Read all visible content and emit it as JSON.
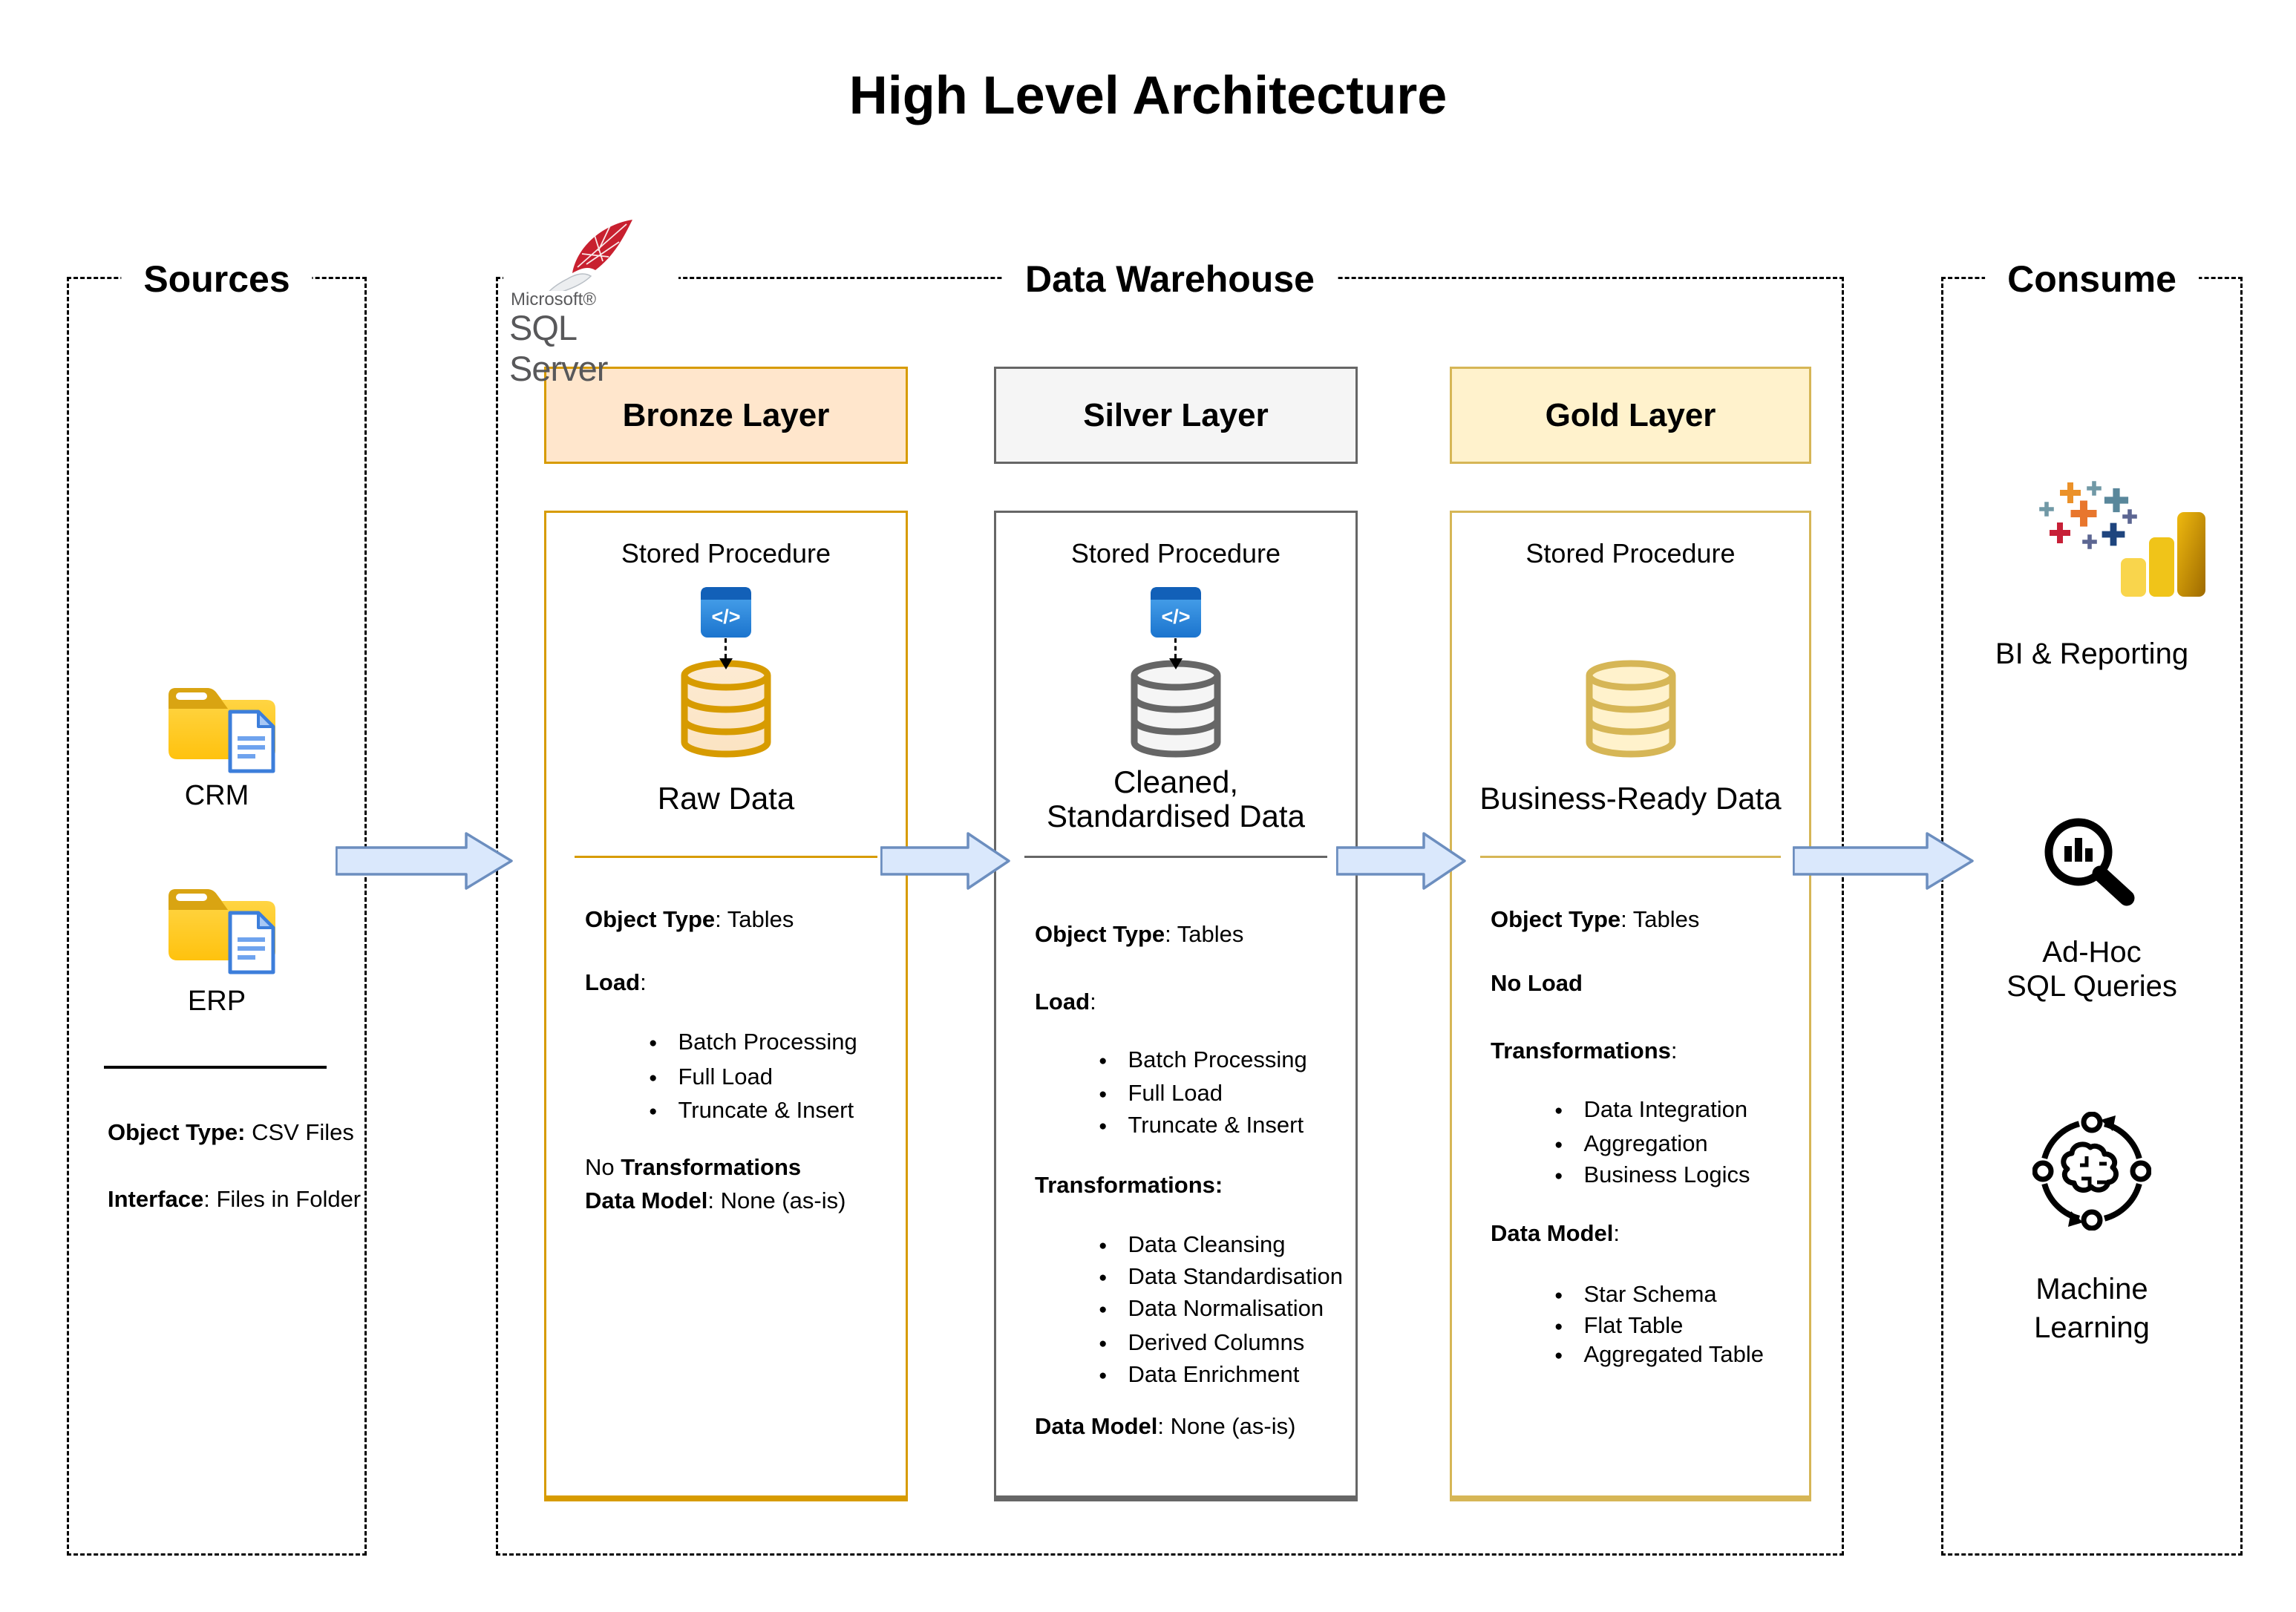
{
  "title": "High Level Architecture",
  "colors": {
    "bronze_fill": "#FFE6CC",
    "bronze_border": "#D79B00",
    "silver_fill": "#F5F5F5",
    "silver_border": "#666666",
    "gold_fill": "#FFF2CC",
    "gold_border": "#D6B656",
    "arrow_fill": "#DAE8FC",
    "arrow_border": "#6C8EBF",
    "folder_yellow": "#FFC515",
    "sql_server_red": "#C8202F",
    "code_icon_blue": "#1E88E5"
  },
  "sources": {
    "section_title": "Sources",
    "items": [
      {
        "label": "CRM"
      },
      {
        "label": "ERP"
      }
    ],
    "object_type_label": "Object Type:",
    "object_type_value": " CSV Files",
    "interface_label": "Interface",
    "interface_value": ": Files in Folder"
  },
  "warehouse": {
    "section_title": "Data Warehouse",
    "sql_logo": {
      "microsoft": "Microsoft®",
      "product": "SQL Server"
    },
    "code_icon_glyph": "</>",
    "layers": [
      {
        "title": "Bronze Layer",
        "stored_procedure": "Stored Procedure",
        "db_label_lines": [
          "Raw Data"
        ],
        "object_type": {
          "label": "Object Type",
          "value": ": Tables"
        },
        "load_label": {
          "label": "Load",
          "value": ":"
        },
        "load_items": [
          "Batch Processing",
          "Full Load",
          "Truncate & Insert"
        ],
        "transformations_note": {
          "prefix": "No ",
          "bold": "Transformations"
        },
        "data_model": {
          "label": "Data Model",
          "value": ": None (as-is)"
        }
      },
      {
        "title": "Silver Layer",
        "stored_procedure": "Stored Procedure",
        "db_label_lines": [
          "Cleaned,",
          "Standardised Data"
        ],
        "object_type": {
          "label": "Object Type",
          "value": ": Tables"
        },
        "load_label": {
          "label": "Load",
          "value": ":"
        },
        "load_items": [
          "Batch Processing",
          "Full Load",
          "Truncate & Insert"
        ],
        "transformations_label": {
          "label": "Transformations",
          "value": ":"
        },
        "transformation_items": [
          "Data Cleansing",
          "Data Standardisation",
          "Data Normalisation",
          "Derived Columns",
          "Data Enrichment"
        ],
        "data_model": {
          "label": "Data Model",
          "value": ": None (as-is)"
        }
      },
      {
        "title": "Gold Layer",
        "stored_procedure": "Stored Procedure",
        "db_label_lines": [
          "Business-Ready Data"
        ],
        "object_type": {
          "label": "Object Type",
          "value": ": Tables"
        },
        "no_load": "No Load",
        "transformations_label": {
          "label": "Transformations",
          "value": ":"
        },
        "transformation_items": [
          "Data Integration",
          "Aggregation",
          "Business Logics"
        ],
        "data_model_label": {
          "label": "Data Model",
          "value": ":"
        },
        "data_model_items": [
          "Star Schema",
          "Flat Table",
          "Aggregated Table"
        ]
      }
    ]
  },
  "consume": {
    "section_title": "Consume",
    "items": [
      {
        "icon": "bi-reporting-icon",
        "label_lines": [
          "BI & Reporting"
        ]
      },
      {
        "icon": "sql-magnifier-icon",
        "label_lines": [
          "Ad-Hoc",
          "SQL Queries"
        ]
      },
      {
        "icon": "machine-learning-icon",
        "label_lines": [
          "Machine",
          "Learning"
        ]
      }
    ]
  }
}
